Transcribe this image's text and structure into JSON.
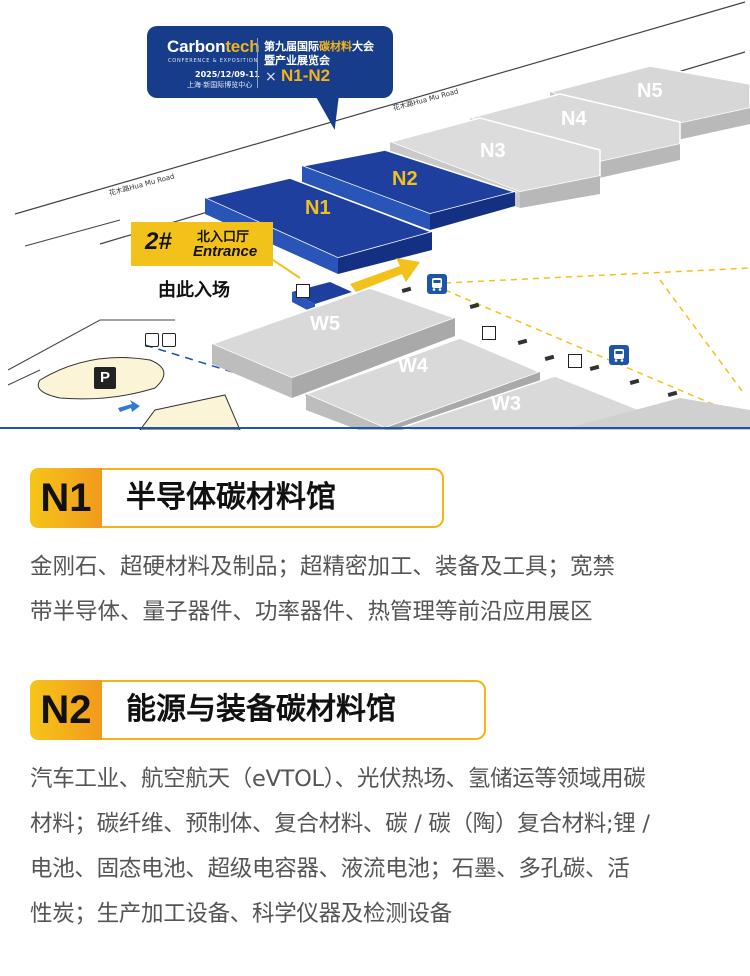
{
  "map": {
    "bubble": {
      "logo_main": "Carbon",
      "logo_accent": "tech",
      "logo_sub": "CONFERENCE & EXPOSITION",
      "date": "2025/12/09-11",
      "place": "上海·新国际博览中心",
      "title_line1_a": "第九届国际",
      "title_line1_hl": "碳材料",
      "title_line1_b": "大会",
      "title_line2": "暨产业展览会",
      "times": "×",
      "halls": "N1-N2"
    },
    "road_label_top": "花木路Hua Mu Road",
    "road_label_left": "花木路Hua Mu Road",
    "halls_north": [
      "N1",
      "N2",
      "N3",
      "N4",
      "N5"
    ],
    "halls_west": [
      "W5",
      "W4",
      "W3"
    ],
    "entrance": {
      "number": "2#",
      "name_cn": "北入口厅",
      "name_en": "Entrance"
    },
    "enter_here": "由此入场",
    "parking": "P",
    "colors": {
      "highlight_hall": "#1f3f9e",
      "normal_hall": "#d4d4d4",
      "accent": "#f2c21a"
    }
  },
  "sections": [
    {
      "code": "N1",
      "title": "半导体碳材料馆",
      "lines": [
        "金刚石、超硬材料及制品；超精密加工、装备及工具；宽禁",
        "带半导体、量子器件、功率器件、热管理等前沿应用展区"
      ]
    },
    {
      "code": "N2",
      "title": "能源与装备碳材料馆",
      "lines": [
        "汽车工业、航空航天（eVTOL）、光伏热场、氢储运等领域用碳",
        "材料；碳纤维、预制体、复合材料、碳 / 碳（陶）复合材料;锂 /",
        "电池、固态电池、超级电容器、液流电池；石墨、多孔碳、活",
        "性炭；生产加工设备、科学仪器及检测设备"
      ]
    }
  ]
}
